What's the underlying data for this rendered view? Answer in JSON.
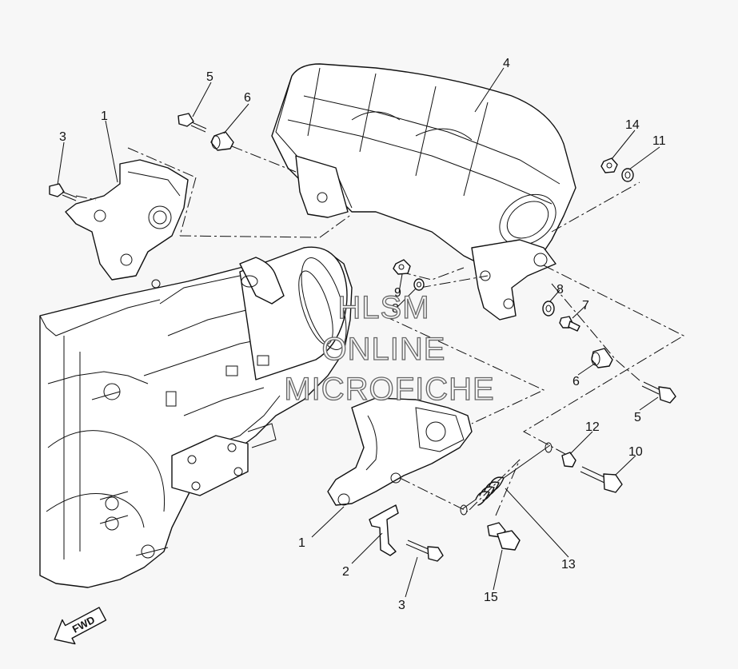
{
  "watermark": [
    "HLSM",
    "ONLINE",
    "MICROFICHE"
  ],
  "direction_label": "FWD",
  "callouts": [
    {
      "id": "c1a",
      "label": "1"
    },
    {
      "id": "c1b",
      "label": "1"
    },
    {
      "id": "c2",
      "label": "2"
    },
    {
      "id": "c3a",
      "label": "3"
    },
    {
      "id": "c3b",
      "label": "3"
    },
    {
      "id": "c4",
      "label": "4"
    },
    {
      "id": "c5a",
      "label": "5"
    },
    {
      "id": "c5b",
      "label": "5"
    },
    {
      "id": "c6a",
      "label": "6"
    },
    {
      "id": "c6b",
      "label": "6"
    },
    {
      "id": "c7",
      "label": "7"
    },
    {
      "id": "c8a",
      "label": "8"
    },
    {
      "id": "c8b",
      "label": "8"
    },
    {
      "id": "c9",
      "label": "9"
    },
    {
      "id": "c10",
      "label": "10"
    },
    {
      "id": "c11",
      "label": "11"
    },
    {
      "id": "c12",
      "label": "12"
    },
    {
      "id": "c13",
      "label": "13"
    },
    {
      "id": "c14",
      "label": "14"
    },
    {
      "id": "c15",
      "label": "15"
    }
  ]
}
